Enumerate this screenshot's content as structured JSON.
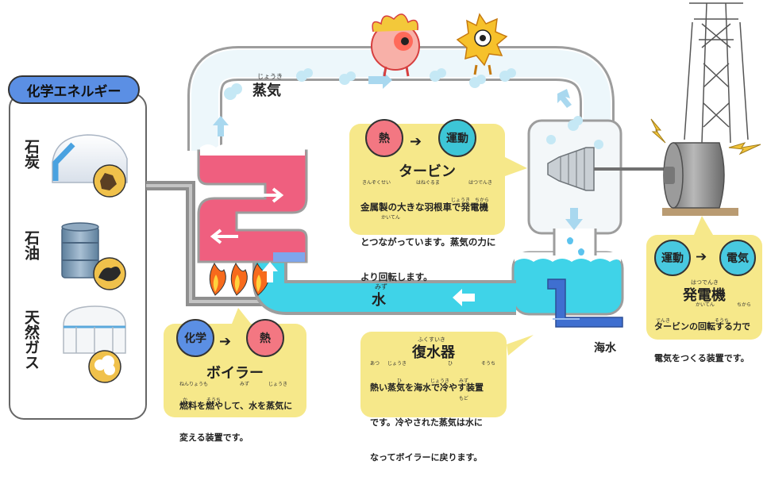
{
  "left_panel": {
    "title": "化学エネルギー",
    "items": [
      {
        "label": "石炭",
        "icon": "coal-storage-icon"
      },
      {
        "label": "石油",
        "icon": "oil-drum-icon"
      },
      {
        "label": "天然ガス",
        "icon": "gas-tank-icon"
      }
    ]
  },
  "labels": {
    "steam": "蒸気",
    "steam_ruby": "じょうき",
    "water": "水",
    "water_ruby": "みず",
    "seawater": "海水"
  },
  "turbine_callout": {
    "from": "熱",
    "to": "運動",
    "title": "タービン",
    "lines": [
      "金属製の大きな羽根車で発電機",
      "とつながっています。蒸気の力に",
      "より回転します。"
    ],
    "rubies": [
      "きんぞくせい",
      "はねぐるま",
      "はつでんき",
      "じょうき",
      "ちから",
      "かいてん"
    ]
  },
  "generator_callout": {
    "from": "運動",
    "to": "電気",
    "title": "発電機",
    "title_ruby": "はつでんき",
    "lines": [
      "タービンの回転する力で",
      "電気をつくる装置です。"
    ],
    "rubies": [
      "かいてん",
      "ちから",
      "でんき",
      "そうち"
    ]
  },
  "boiler_callout": {
    "from": "化学",
    "to": "熱",
    "title": "ボイラー",
    "lines": [
      "燃料を燃やして、水を蒸気に",
      "変える装置です。"
    ],
    "rubies": [
      "ねんりょう",
      "も",
      "みず",
      "じょうき",
      "か",
      "そうち"
    ]
  },
  "condenser_callout": {
    "title": "復水器",
    "title_ruby": "ふくすいき",
    "lines": [
      "熱い蒸気を海水で冷やす装置",
      "です。冷やされた蒸気は水に",
      "なってボイラーに戻ります。"
    ],
    "rubies": [
      "あつ",
      "じょうき",
      "ひ",
      "そうち",
      "ひ",
      "じょうき",
      "みず",
      "もど"
    ]
  },
  "colors": {
    "boiler_pink": "#ef5f7f",
    "water_cyan": "#3fd3e8",
    "callout_yellow": "#f6e88a",
    "heat_red": "#f37782",
    "motion_teal": "#3dc6d6",
    "chem_blue": "#5b8fe4",
    "pipe_gray": "#9a9a9a"
  }
}
